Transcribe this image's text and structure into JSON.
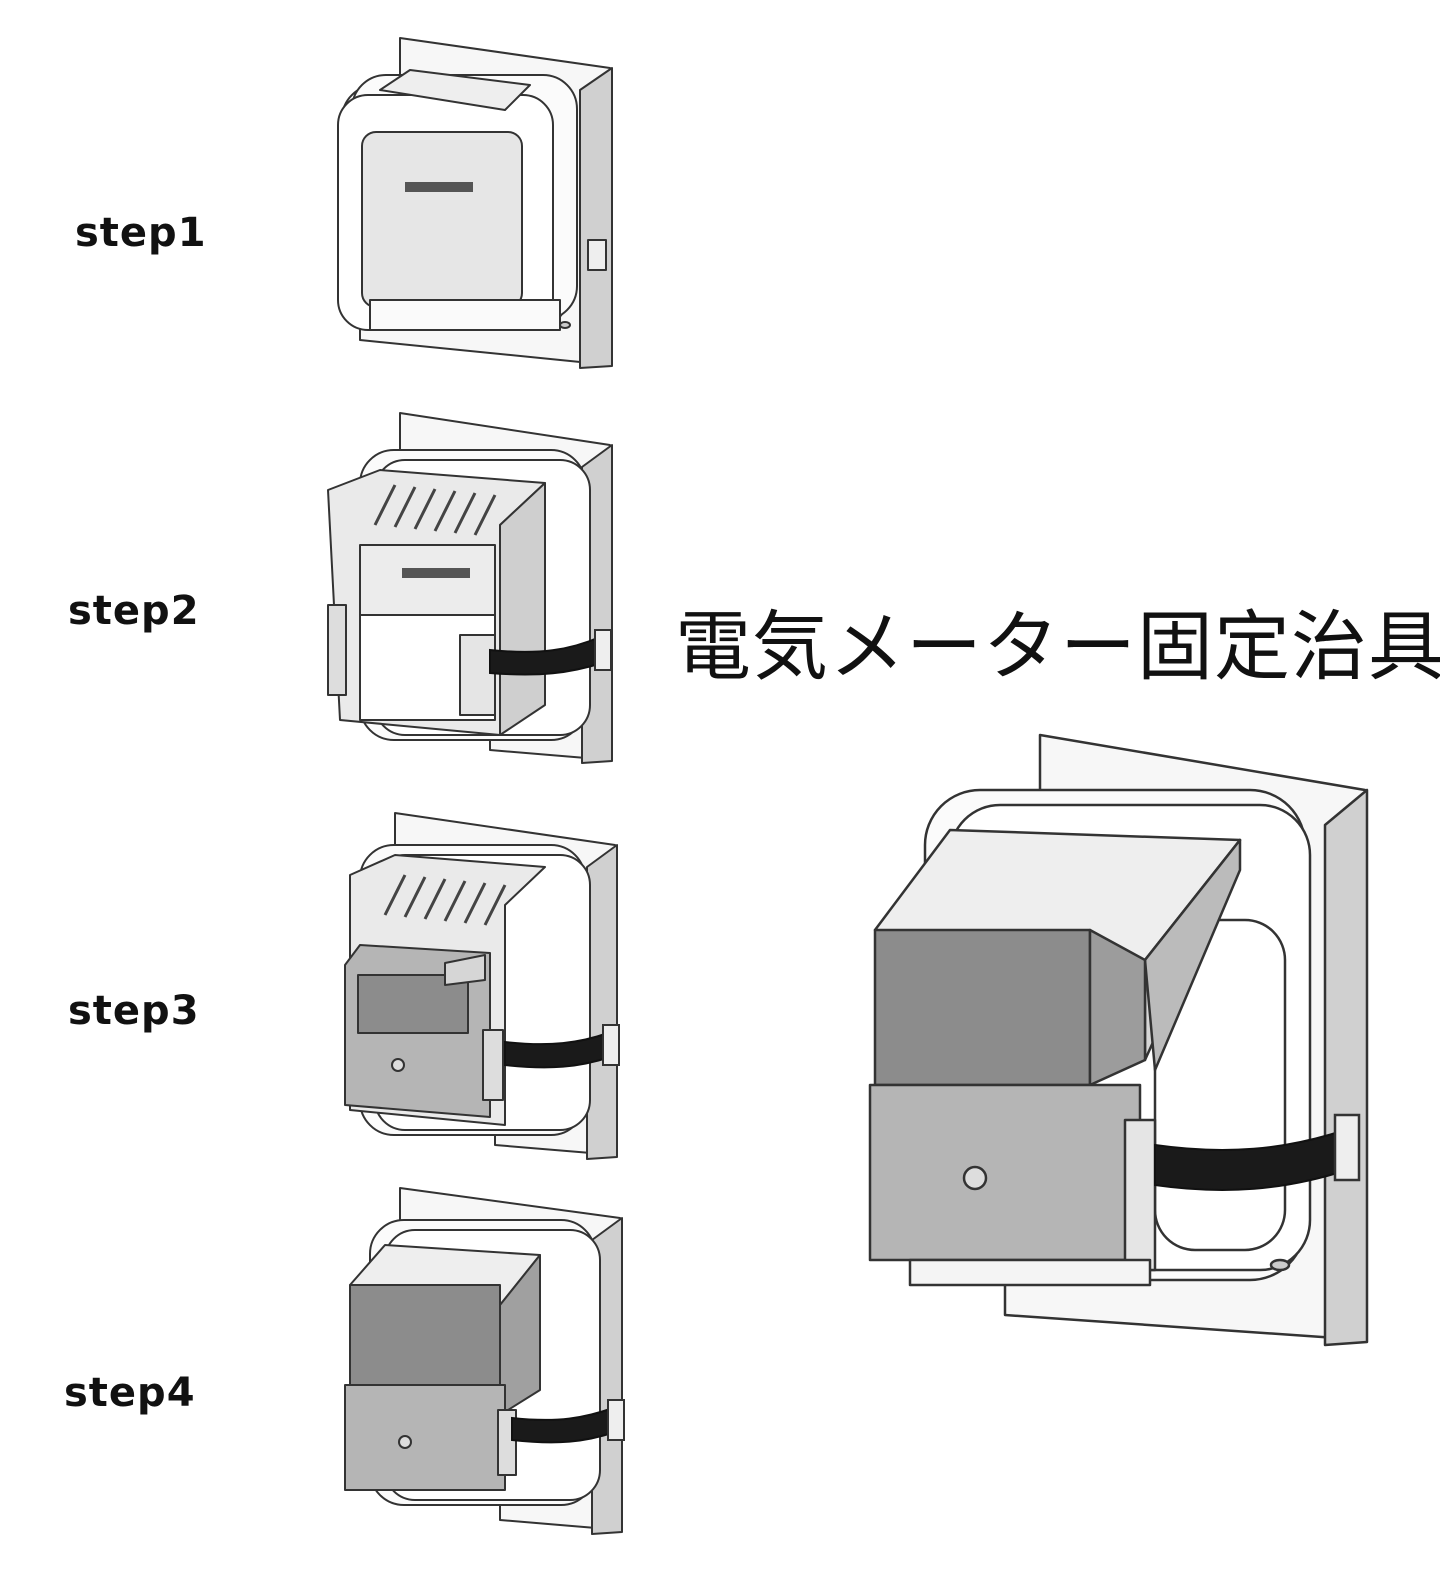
{
  "title": "電気メーター固定治具",
  "steps": [
    {
      "label": "step1"
    },
    {
      "label": "step2"
    },
    {
      "label": "step3"
    },
    {
      "label": "step4"
    }
  ],
  "colors": {
    "line": "#333333",
    "strap": "#1a1a1a",
    "cover_dark": "#8c8c8c",
    "cover_mid": "#b5b5b5",
    "cover_light": "#d6d6d6",
    "panel_side": "#d0d0d0"
  },
  "icons": [
    "electric-meter-icon",
    "fixing-jig-icon",
    "strap-belt-icon"
  ]
}
